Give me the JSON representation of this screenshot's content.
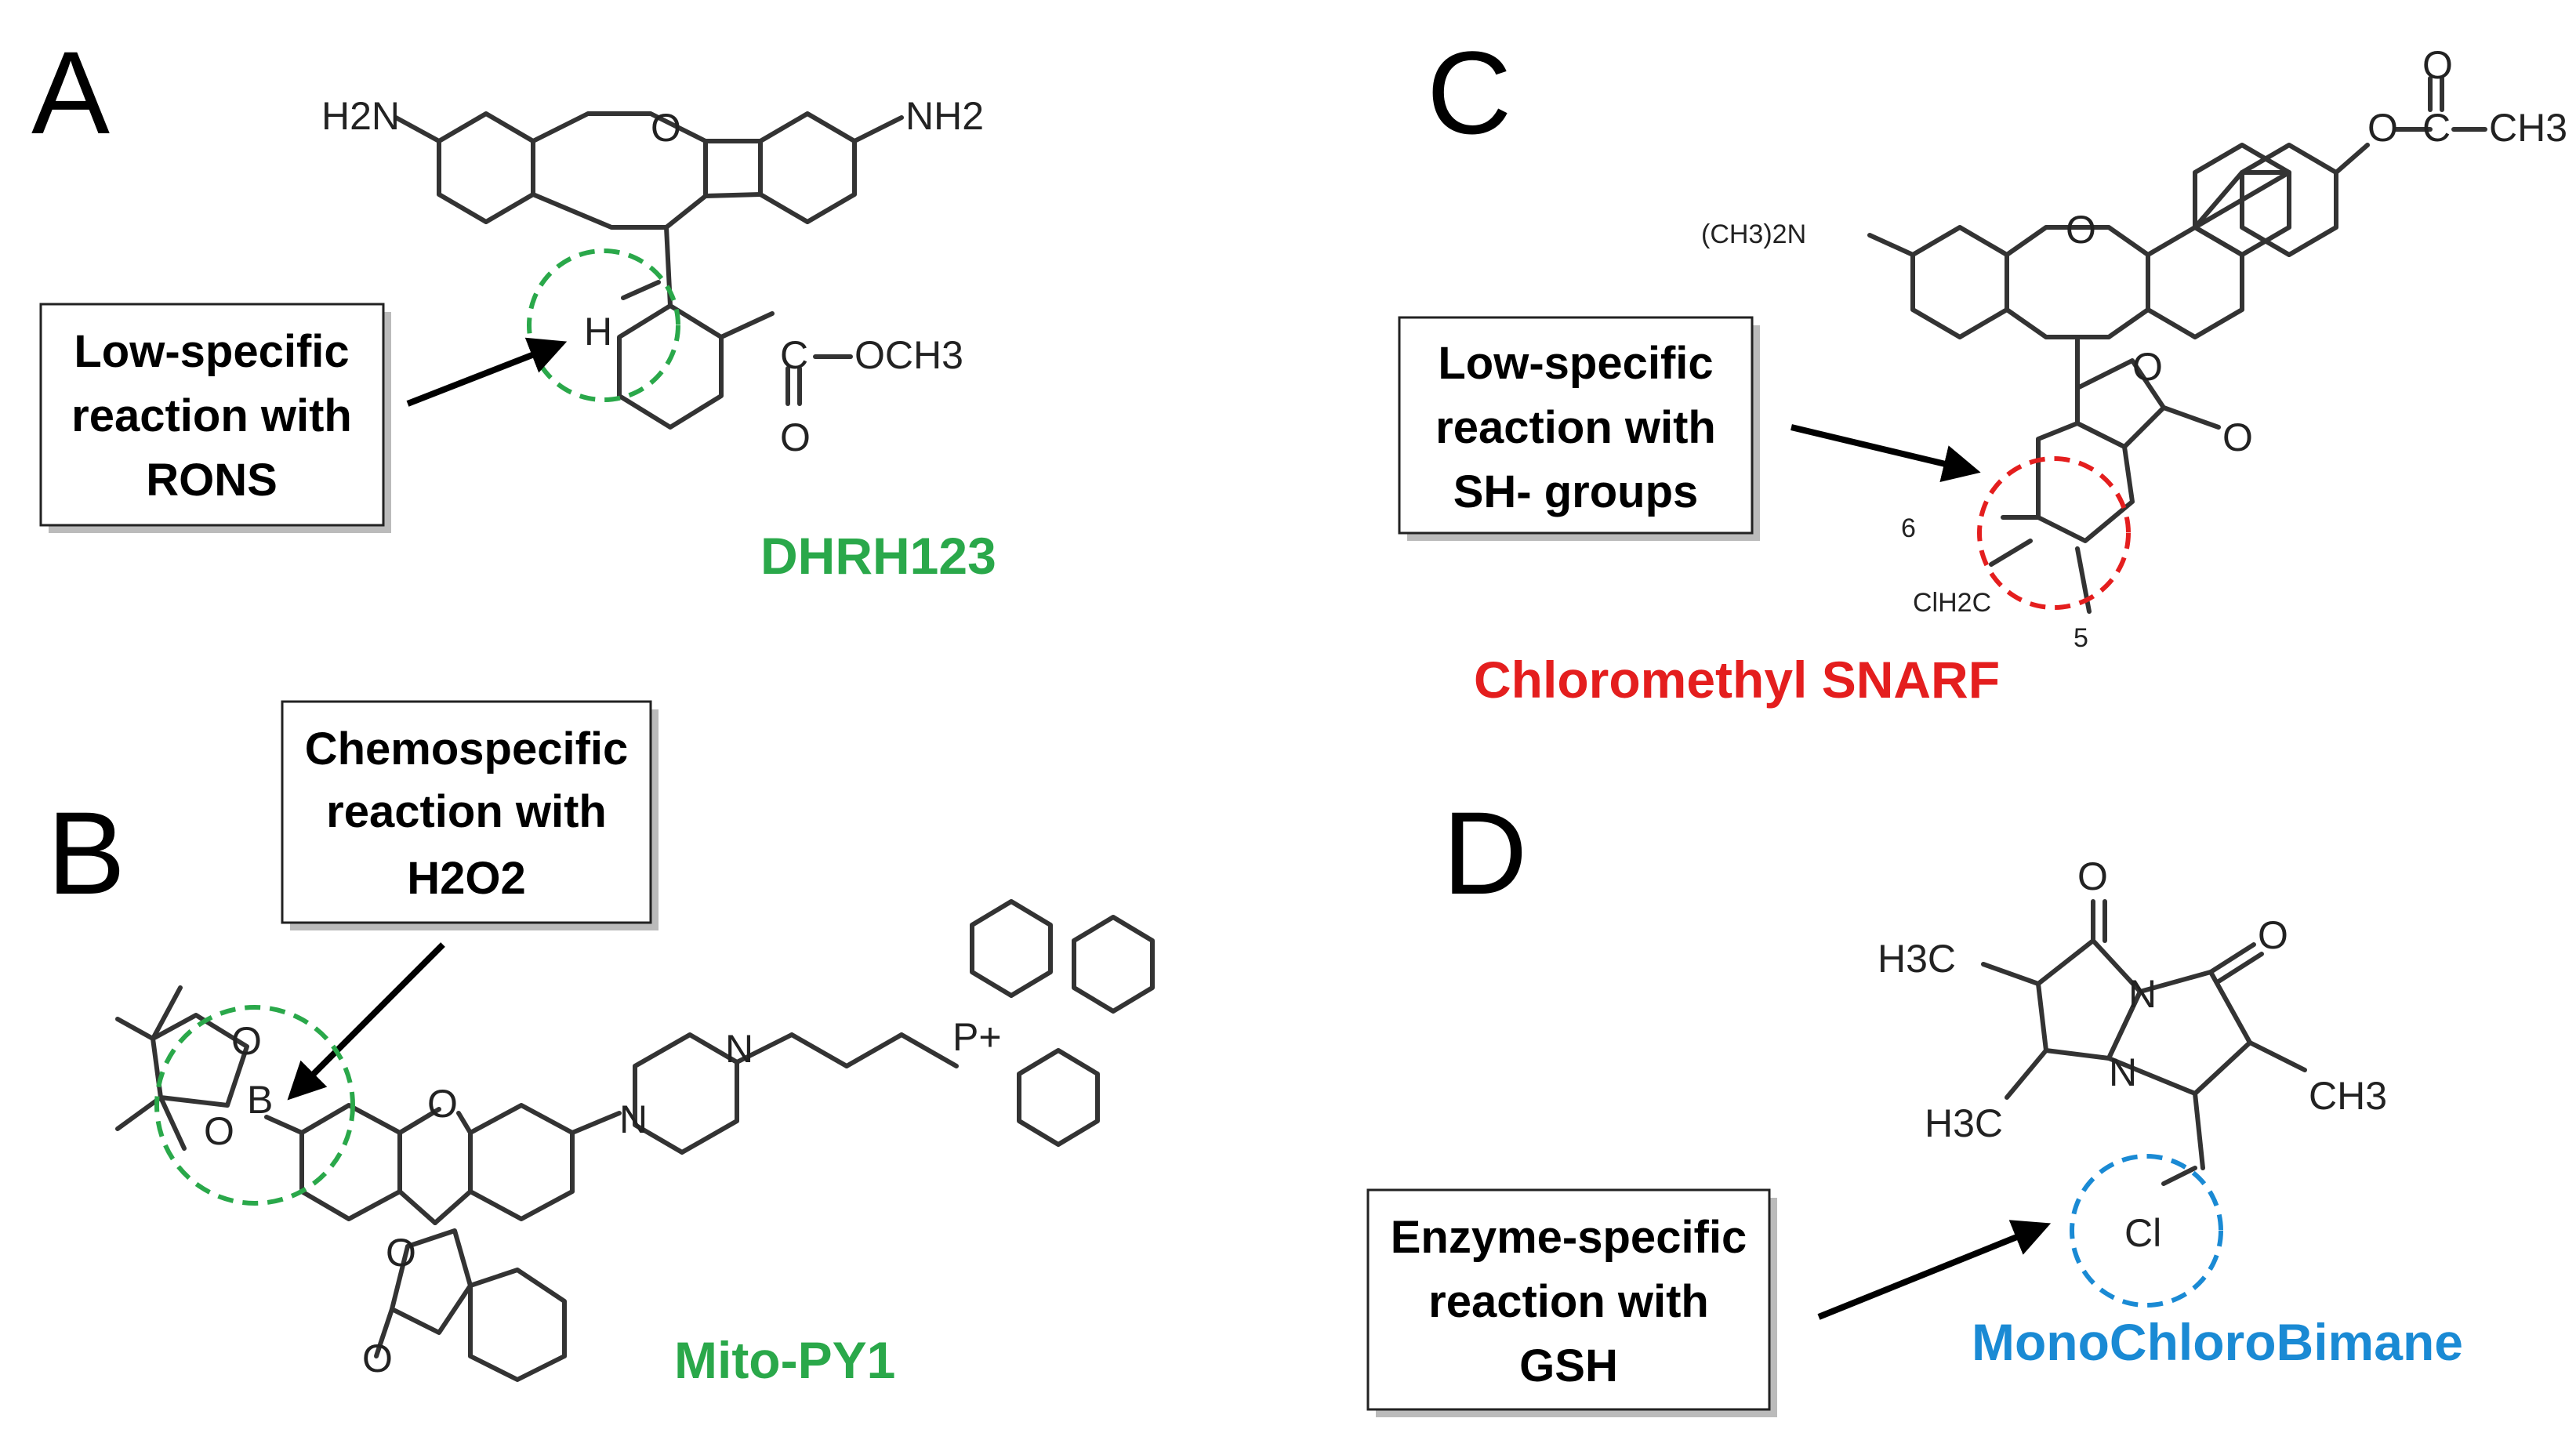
{
  "colors": {
    "green": "#2aa84a",
    "red": "#e41e1e",
    "blue": "#1a8ad4",
    "black": "#000000"
  },
  "panels": {
    "A": {
      "letter": "A",
      "callout": [
        "Low-specific",
        "reaction with",
        "RONS"
      ],
      "compound_name": "DHRH123",
      "atoms": {
        "h2n_left": "H2N",
        "nh2_right": "NH2",
        "o_ring": "O",
        "h": "H",
        "carbonyl_c": "C",
        "och3": "OCH3",
        "carbonyl_o": "O"
      }
    },
    "B": {
      "letter": "B",
      "callout": [
        "Chemospecific",
        "reaction with",
        "H2O2"
      ],
      "compound_name": "Mito-PY1",
      "atoms": {
        "boron": "B",
        "o_top": "O",
        "o_bottom": "O",
        "o_ring": "O",
        "n_left": "N",
        "n_right": "N",
        "phosphorus": "P+",
        "o_lactone": "O",
        "o_carbonyl": "O"
      }
    },
    "C": {
      "letter": "C",
      "callout": [
        "Low-specific",
        "reaction with",
        "SH- groups"
      ],
      "compound_name": "Chloromethyl SNARF",
      "atoms": {
        "nme2": "(CH3)2N",
        "o_ring": "O",
        "o_ester": "O",
        "c_ester": "C",
        "ch3": "CH3",
        "o_double": "O",
        "o_lactone": "O",
        "o_carbonyl": "O",
        "clh2c": "ClH2C",
        "pos6": "6",
        "pos5": "5"
      }
    },
    "D": {
      "letter": "D",
      "callout": [
        "Enzyme-specific",
        "reaction with",
        "GSH"
      ],
      "compound_name": "MonoChloroBimane",
      "atoms": {
        "o_left": "O",
        "o_right": "O",
        "h3c_top": "H3C",
        "h3c_bottom": "H3C",
        "ch3": "CH3",
        "n_top": "N",
        "n_bottom": "N",
        "cl": "Cl"
      }
    }
  }
}
